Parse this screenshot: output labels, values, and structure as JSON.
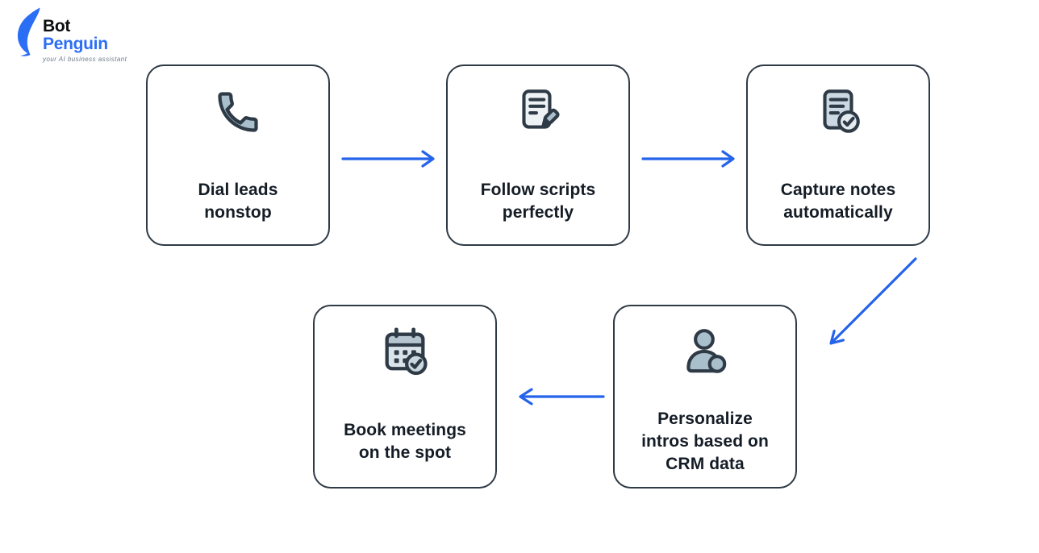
{
  "logo": {
    "name": "BotPenguin",
    "word1": "Bot",
    "word2": "Penguin",
    "tagline": "your AI business assistant",
    "icon": "penguin-icon",
    "colors": {
      "word1": "#0c0d0f",
      "word2": "#2b6ef6",
      "tagline": "#6d7b8a"
    }
  },
  "colors": {
    "arrow": "#2563eb",
    "box_border": "#2e3a46",
    "box_background": "#ffffff",
    "label_text": "#141c26",
    "icon_stroke": "#2e3a46",
    "icon_fill_steel": "#a9bfcc",
    "icon_fill_light": "#eef2f5",
    "icon_fill_mid": "#ccd9e2",
    "icon_fill_band": "#b6c5d0",
    "page_background": "#ffffff"
  },
  "flowchart": {
    "steps": [
      {
        "label": "Dial leads\nnonstop",
        "icon": "phone-icon"
      },
      {
        "label": "Follow scripts\nperfectly",
        "icon": "script-edit-icon"
      },
      {
        "label": "Capture notes\nautomatically",
        "icon": "notes-check-icon"
      },
      {
        "label": "Personalize\nintros based on\nCRM data",
        "icon": "person-crm-icon"
      },
      {
        "label": "Book meetings\non the spot",
        "icon": "calendar-check-icon"
      }
    ],
    "connections": [
      {
        "from": "Dial leads nonstop",
        "to": "Follow scripts perfectly",
        "direction": "right"
      },
      {
        "from": "Follow scripts perfectly",
        "to": "Capture notes automatically",
        "direction": "right"
      },
      {
        "from": "Capture notes automatically",
        "to": "Personalize intros based on CRM data",
        "direction": "down-left"
      },
      {
        "from": "Personalize intros based on CRM data",
        "to": "Book meetings on the spot",
        "direction": "left"
      }
    ]
  }
}
